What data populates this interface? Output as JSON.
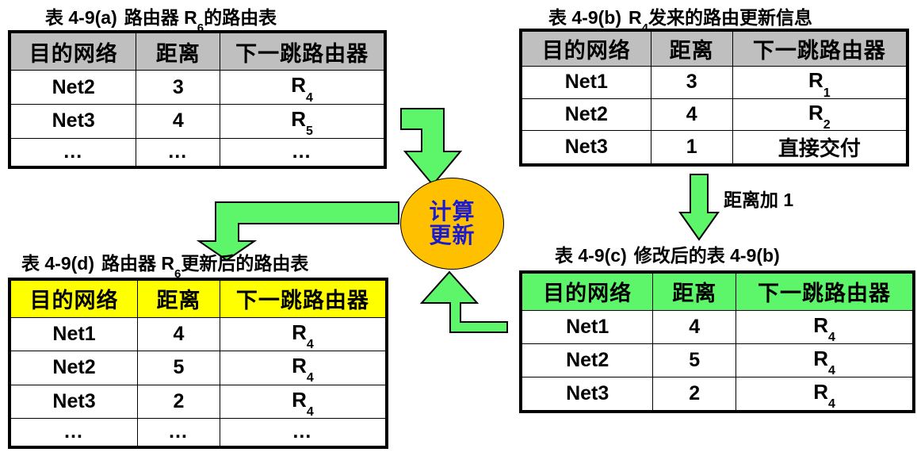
{
  "figure": {
    "title_a": {
      "prefix": "表 4-9(a)",
      "body_pre": "路由器 R",
      "body_sub": "6",
      "body_post": "的路由表"
    },
    "title_b": {
      "prefix": "表 4-9(b)",
      "body_pre": "R",
      "body_sub": "4",
      "body_post": "发来的路由更新信息"
    },
    "title_c": {
      "prefix": "表 4-9(c)",
      "body_pre": "修改后的表 4-9(b)",
      "body_sub": "",
      "body_post": ""
    },
    "title_d": {
      "prefix": "表 4-9(d)",
      "body_pre": "路由器 R",
      "body_sub": "6",
      "body_post": "更新后的路由表"
    }
  },
  "columns": {
    "destination": "目的网络",
    "distance": "距离",
    "next_hop": "下一跳路由器"
  },
  "table_a": {
    "header_color": "#bfbfbf",
    "rows": [
      {
        "destination": "Net2",
        "distance": "3",
        "next_hop": "R",
        "next_hop_sub": "4"
      },
      {
        "destination": "Net3",
        "distance": "4",
        "next_hop": "R",
        "next_hop_sub": "5"
      },
      {
        "destination": "…",
        "distance": "…",
        "next_hop": "…",
        "next_hop_sub": ""
      }
    ]
  },
  "table_b": {
    "header_color": "#bfbfbf",
    "rows": [
      {
        "destination": "Net1",
        "distance": "3",
        "next_hop": "R",
        "next_hop_sub": "1"
      },
      {
        "destination": "Net2",
        "distance": "4",
        "next_hop": "R",
        "next_hop_sub": "2"
      },
      {
        "destination": "Net3",
        "distance": "1",
        "next_hop": "直接交付",
        "next_hop_sub": ""
      }
    ]
  },
  "table_c": {
    "header_color": "#5df56a",
    "rows": [
      {
        "destination": "Net1",
        "distance": "4",
        "next_hop": "R",
        "next_hop_sub": "4"
      },
      {
        "destination": "Net2",
        "distance": "5",
        "next_hop": "R",
        "next_hop_sub": "4"
      },
      {
        "destination": "Net3",
        "distance": "2",
        "next_hop": "R",
        "next_hop_sub": "4"
      }
    ]
  },
  "table_d": {
    "header_color": "#ffff00",
    "rows": [
      {
        "destination": "Net1",
        "distance": "4",
        "next_hop": "R",
        "next_hop_sub": "4"
      },
      {
        "destination": "Net2",
        "distance": "5",
        "next_hop": "R",
        "next_hop_sub": "4"
      },
      {
        "destination": "Net3",
        "distance": "2",
        "next_hop": "R",
        "next_hop_sub": "4"
      },
      {
        "destination": "…",
        "distance": "…",
        "next_hop": "…",
        "next_hop_sub": ""
      }
    ]
  },
  "process_node": {
    "line1": "计算",
    "line2": "更新",
    "fill": "#ffc000",
    "text_color": "#1a1ad0"
  },
  "annotations": {
    "distance_plus_one": "距离加 1"
  },
  "arrows": {
    "color": "#5df56a",
    "stroke": "#000000",
    "a_to_node": "elbow-arrow-down",
    "b_to_c": "arrow-down",
    "c_to_node": "elbow-arrow-up",
    "node_to_d": "elbow-arrow-left-down"
  }
}
